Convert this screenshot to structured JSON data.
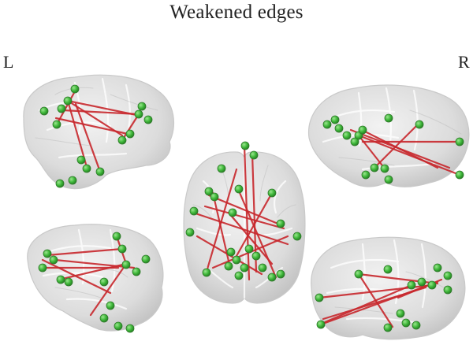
{
  "title": "Weakened edges",
  "labels": {
    "left": "L",
    "right": "R"
  },
  "colors": {
    "edge": "#c8282d",
    "node": "#3fb83a",
    "brain": "#d9d9d9"
  }
}
